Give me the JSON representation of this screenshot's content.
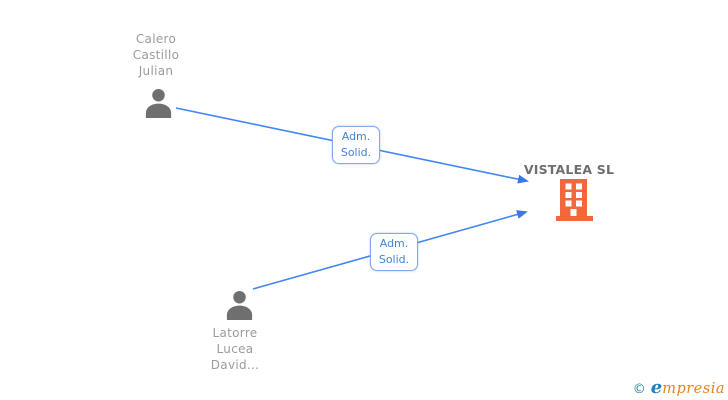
{
  "diagram": {
    "nodes": [
      {
        "id": "person-1",
        "type": "person",
        "icon": "person-silhouette-icon",
        "label_lines": [
          "Calero",
          "Castillo",
          "Julian"
        ]
      },
      {
        "id": "person-2",
        "type": "person",
        "icon": "person-silhouette-icon",
        "label_lines": [
          "Latorre",
          "Lucea",
          "David..."
        ]
      },
      {
        "id": "company-1",
        "type": "company",
        "icon": "building-icon",
        "label": "VISTALEA SL"
      }
    ],
    "edges": [
      {
        "from": "person-1",
        "to": "company-1",
        "label_lines": [
          "Adm.",
          "Solid."
        ]
      },
      {
        "from": "person-2",
        "to": "company-1",
        "label_lines": [
          "Adm.",
          "Solid."
        ]
      }
    ]
  },
  "watermark": {
    "copyright_symbol": "©",
    "brand_first_letter": "e",
    "brand_rest": "mpresia"
  },
  "colors": {
    "edge_blue": "#4285f4",
    "edge_label_text": "#4282d4",
    "edge_label_border": "#84a9e9",
    "person_icon_gray": "#6f6f6f",
    "person_name_gray": "#9b9b9b",
    "company_label_gray": "#6e6e6e",
    "building_orange": "#f2683c",
    "watermark_teal": "#2e7f93",
    "watermark_blue": "#1f7ec0",
    "watermark_orange": "#e8821e",
    "background": "#ffffff"
  }
}
